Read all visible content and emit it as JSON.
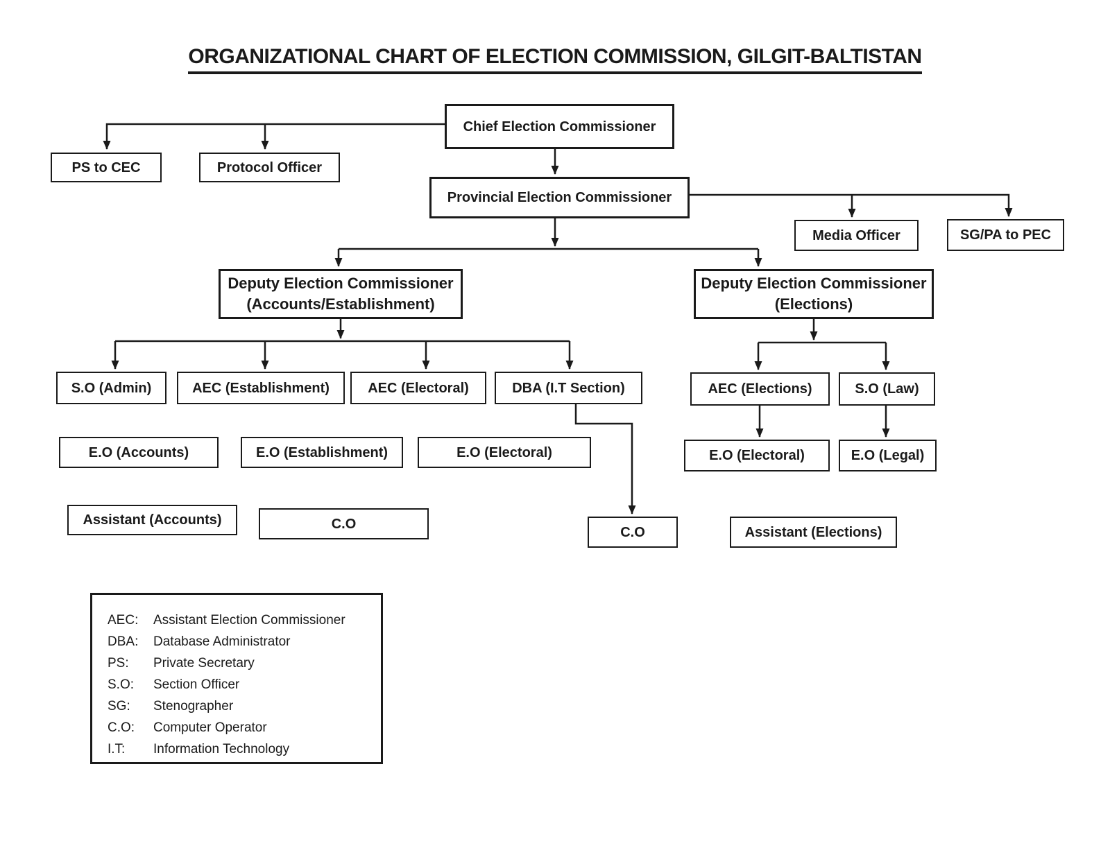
{
  "title": "ORGANIZATIONAL CHART OF ELECTION COMMISSION, GILGIT-BALTISTAN",
  "nodes": {
    "cec": "Chief Election Commissioner",
    "ps_to_cec": "PS to CEC",
    "protocol_officer": "Protocol Officer",
    "pec": "Provincial Election Commissioner",
    "media_officer": "Media Officer",
    "sg_pa_to_pec": "SG/PA to PEC",
    "dec_accounts": {
      "line1": "Deputy Election Commissioner",
      "line2": "(Accounts/Establishment)"
    },
    "dec_elections": {
      "line1": "Deputy Election Commissioner",
      "line2": "(Elections)"
    },
    "so_admin": "S.O (Admin)",
    "aec_establishment": "AEC (Establishment)",
    "aec_electoral": "AEC (Electoral)",
    "dba_it": "DBA (I.T Section)",
    "aec_elections": "AEC (Elections)",
    "so_law": "S.O (Law)",
    "eo_accounts": "E.O (Accounts)",
    "eo_establishment": "E.O (Establishment)",
    "eo_electoral_left": "E.O (Electoral)",
    "eo_electoral_right": "E.O (Electoral)",
    "eo_legal": "E.O (Legal)",
    "assistant_accounts": "Assistant (Accounts)",
    "co_left": "C.O",
    "co_right": "C.O",
    "assistant_elections": "Assistant (Elections)"
  },
  "legend": {
    "items": [
      {
        "abbr": "AEC:",
        "meaning": "Assistant Election Commissioner"
      },
      {
        "abbr": "DBA:",
        "meaning": "Database Administrator"
      },
      {
        "abbr": "PS:",
        "meaning": "Private Secretary"
      },
      {
        "abbr": "S.O:",
        "meaning": "Section Officer"
      },
      {
        "abbr": "SG:",
        "meaning": "Stenographer"
      },
      {
        "abbr": "C.O:",
        "meaning": "Computer Operator"
      },
      {
        "abbr": "I.T:",
        "meaning": "Information Technology"
      }
    ]
  },
  "colors": {
    "line": "#1a1a1a",
    "box_border": "#1a1a1a",
    "text": "#1a1a1a",
    "background": "#ffffff"
  }
}
